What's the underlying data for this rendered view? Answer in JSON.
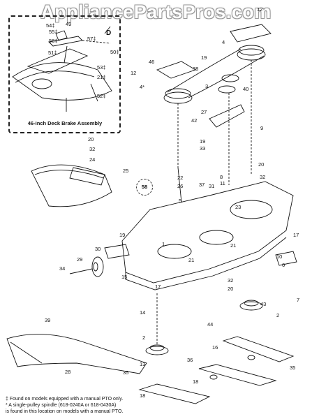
{
  "watermark": "AppliancePartsPros.com",
  "inset": {
    "title": "46-inch Deck Brake Assembly",
    "direction_letter": "D"
  },
  "callout_58": "58",
  "labels": {
    "l12a": "12",
    "l4a": "4",
    "l46": "46",
    "l38": "38",
    "l19a": "19",
    "l12b": "12",
    "l4b": "4*",
    "l3": "3",
    "l40": "40",
    "l27": "27",
    "l42": "42",
    "l9": "9",
    "l19b": "19",
    "l33": "33",
    "l20a": "20",
    "l32a": "32",
    "l24": "24",
    "l25": "25",
    "l20b": "20",
    "l32b": "32",
    "l8": "8",
    "l22": "22",
    "l26": "26",
    "l37": "37",
    "l31": "31",
    "l11": "11",
    "l5": "5",
    "l23": "23",
    "l17a": "17",
    "l19c": "19",
    "l30": "30",
    "l29": "29",
    "l34": "34",
    "l1": "1",
    "l21a": "21",
    "l21b": "21",
    "l15": "15",
    "l17b": "17",
    "l10": "10",
    "l6": "6",
    "l32c": "32",
    "l20c": "20",
    "l43": "43",
    "l7": "7",
    "l14": "14",
    "l44": "44",
    "l2a": "2",
    "l2b": "2",
    "l39": "39",
    "l28": "28",
    "l16": "16",
    "l13": "13",
    "l36": "36",
    "l18a": "18",
    "l18b": "18",
    "l35a": "35",
    "l35b": "35",
    "i54": "54‡",
    "i49": "49",
    "i55": "55‡",
    "i56": "56‡",
    "i51": "51‡",
    "i57": "57‡",
    "i50": "50‡",
    "i53": "53‡",
    "i21": "21‡",
    "i52": "52‡"
  },
  "footnotes": [
    "‡ Found on models equipped with a manual PTO only.",
    "* A single-pulley spindle (618-0240A or 618-0430A)",
    "is found in this location on models with a manual PTO."
  ]
}
